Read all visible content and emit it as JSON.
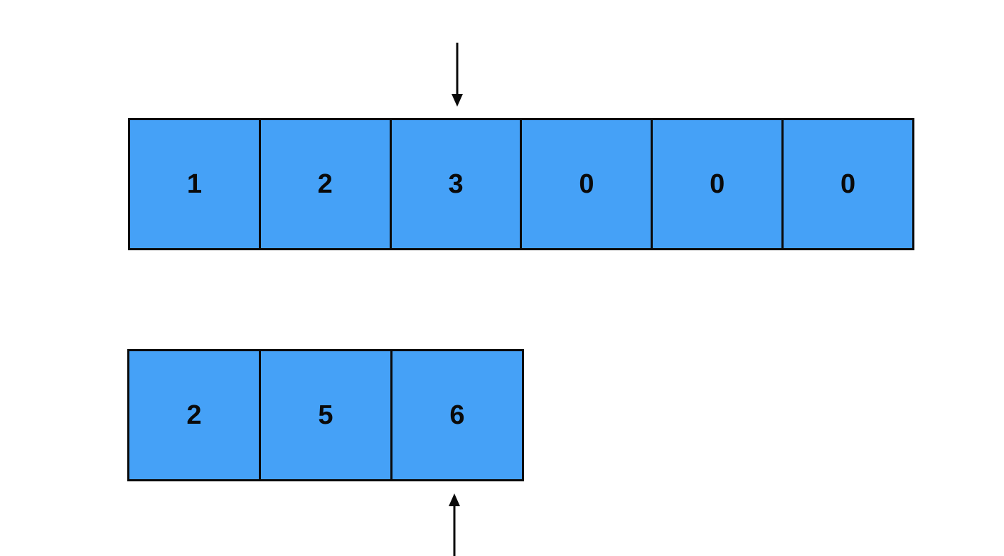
{
  "arrays": {
    "top": {
      "cells": [
        "1",
        "2",
        "3",
        "0",
        "0",
        "0"
      ]
    },
    "bottom": {
      "cells": [
        "2",
        "5",
        "6"
      ]
    }
  },
  "pointers": {
    "top": {
      "points_to_index": 2,
      "direction": "down"
    },
    "bottom": {
      "points_to_index": 2,
      "direction": "up"
    }
  },
  "colors": {
    "cell_fill": "#45a1f7",
    "border": "#0a0a0a",
    "background": "#ffffff"
  }
}
